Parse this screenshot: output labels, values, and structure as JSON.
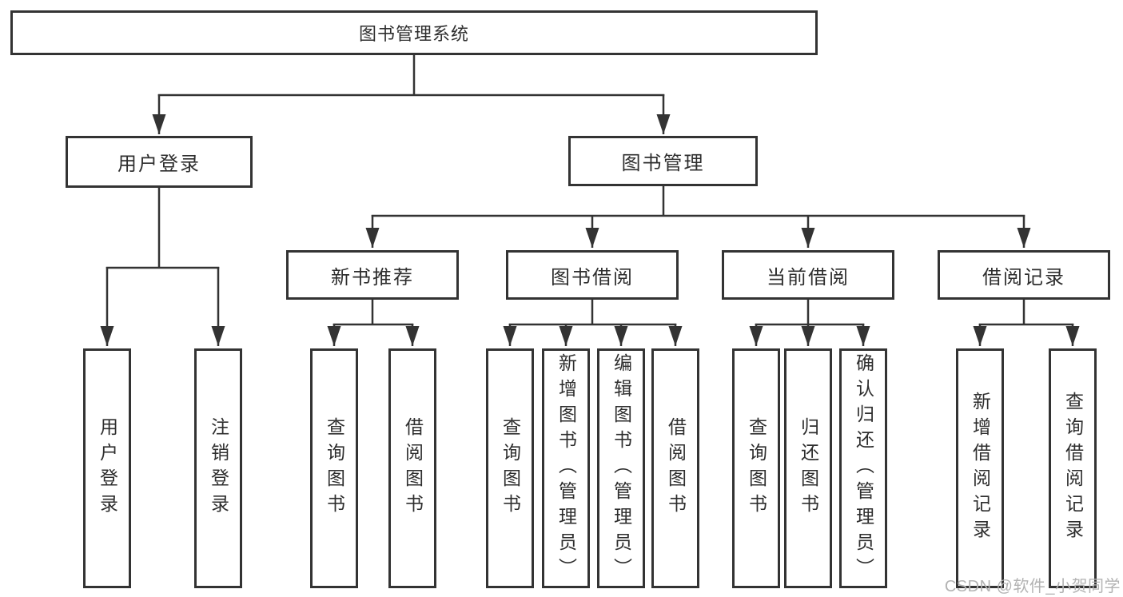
{
  "tree": {
    "label": "图书管理系统",
    "children": [
      {
        "label": "用户登录",
        "children": [
          {
            "label": "用户登录"
          },
          {
            "label": "注销登录"
          }
        ]
      },
      {
        "label": "图书管理",
        "children": [
          {
            "label": "新书推荐",
            "children": [
              {
                "label": "查询图书"
              },
              {
                "label": "借阅图书"
              }
            ]
          },
          {
            "label": "图书借阅",
            "children": [
              {
                "label": "查询图书"
              },
              {
                "label": "新增图书（管理员）"
              },
              {
                "label": "编辑图书（管理员）"
              },
              {
                "label": "借阅图书"
              }
            ]
          },
          {
            "label": "当前借阅",
            "children": [
              {
                "label": "查询图书"
              },
              {
                "label": "归还图书"
              },
              {
                "label": "确认归还（管理员）"
              }
            ]
          },
          {
            "label": "借阅记录",
            "children": [
              {
                "label": "新增借阅记录"
              },
              {
                "label": "查询借阅记录"
              }
            ]
          }
        ]
      }
    ]
  },
  "watermark": "CSDN @软件_小贺同学",
  "colors": {
    "line": "#333333",
    "text": "#2e2e2e",
    "box_fill": "#ffffff",
    "bg": "#ffffff",
    "watermark": "#b3b3b3"
  }
}
